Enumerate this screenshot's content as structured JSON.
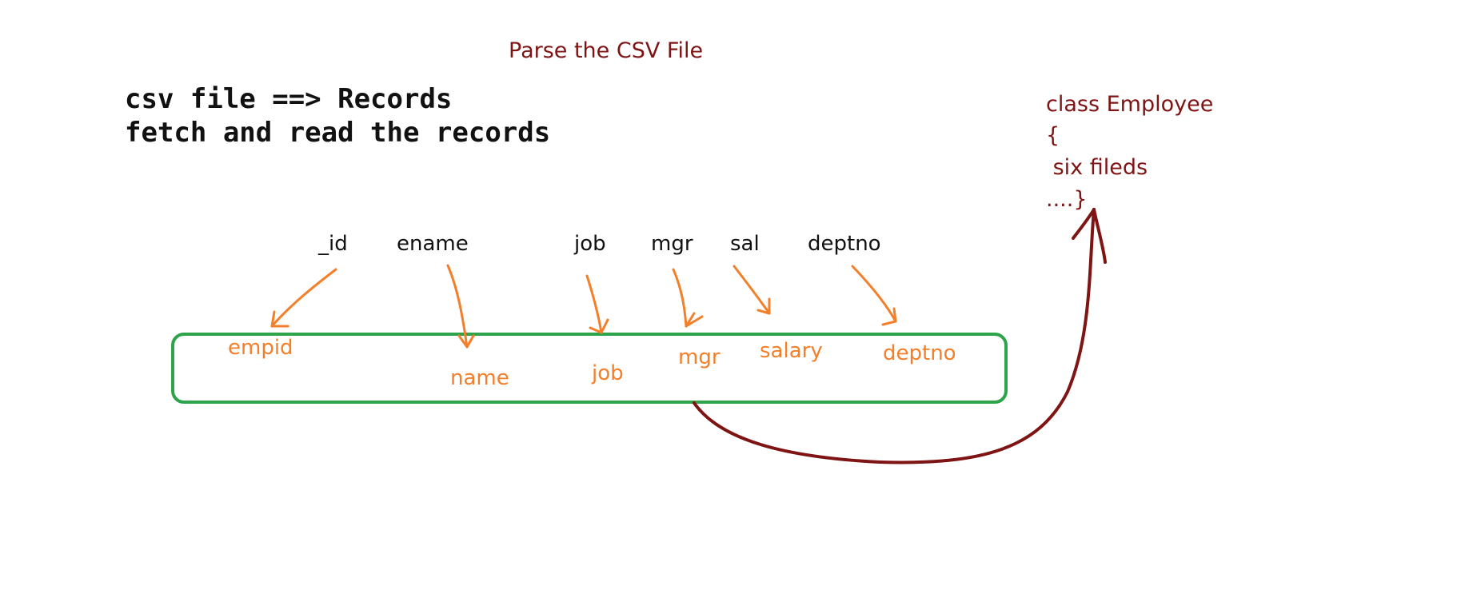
{
  "title": "Parse the CSV File",
  "code_lines": [
    "csv file ==> Records",
    "fetch and read the records"
  ],
  "csv_columns": [
    "_id",
    "ename",
    "job",
    "mgr",
    "sal",
    "deptno"
  ],
  "record_fields": [
    "empid",
    "name",
    "job",
    "mgr",
    "salary",
    "deptno"
  ],
  "class_lines": [
    "class Employee",
    "{",
    " six fileds",
    "....}"
  ],
  "colors": {
    "title": "#7f1414",
    "code": "#111111",
    "field": "#f47f2a",
    "record_box": "#2ea44a",
    "mapping_arrow": "#f47f2a",
    "class_arrow": "#7f1414"
  }
}
